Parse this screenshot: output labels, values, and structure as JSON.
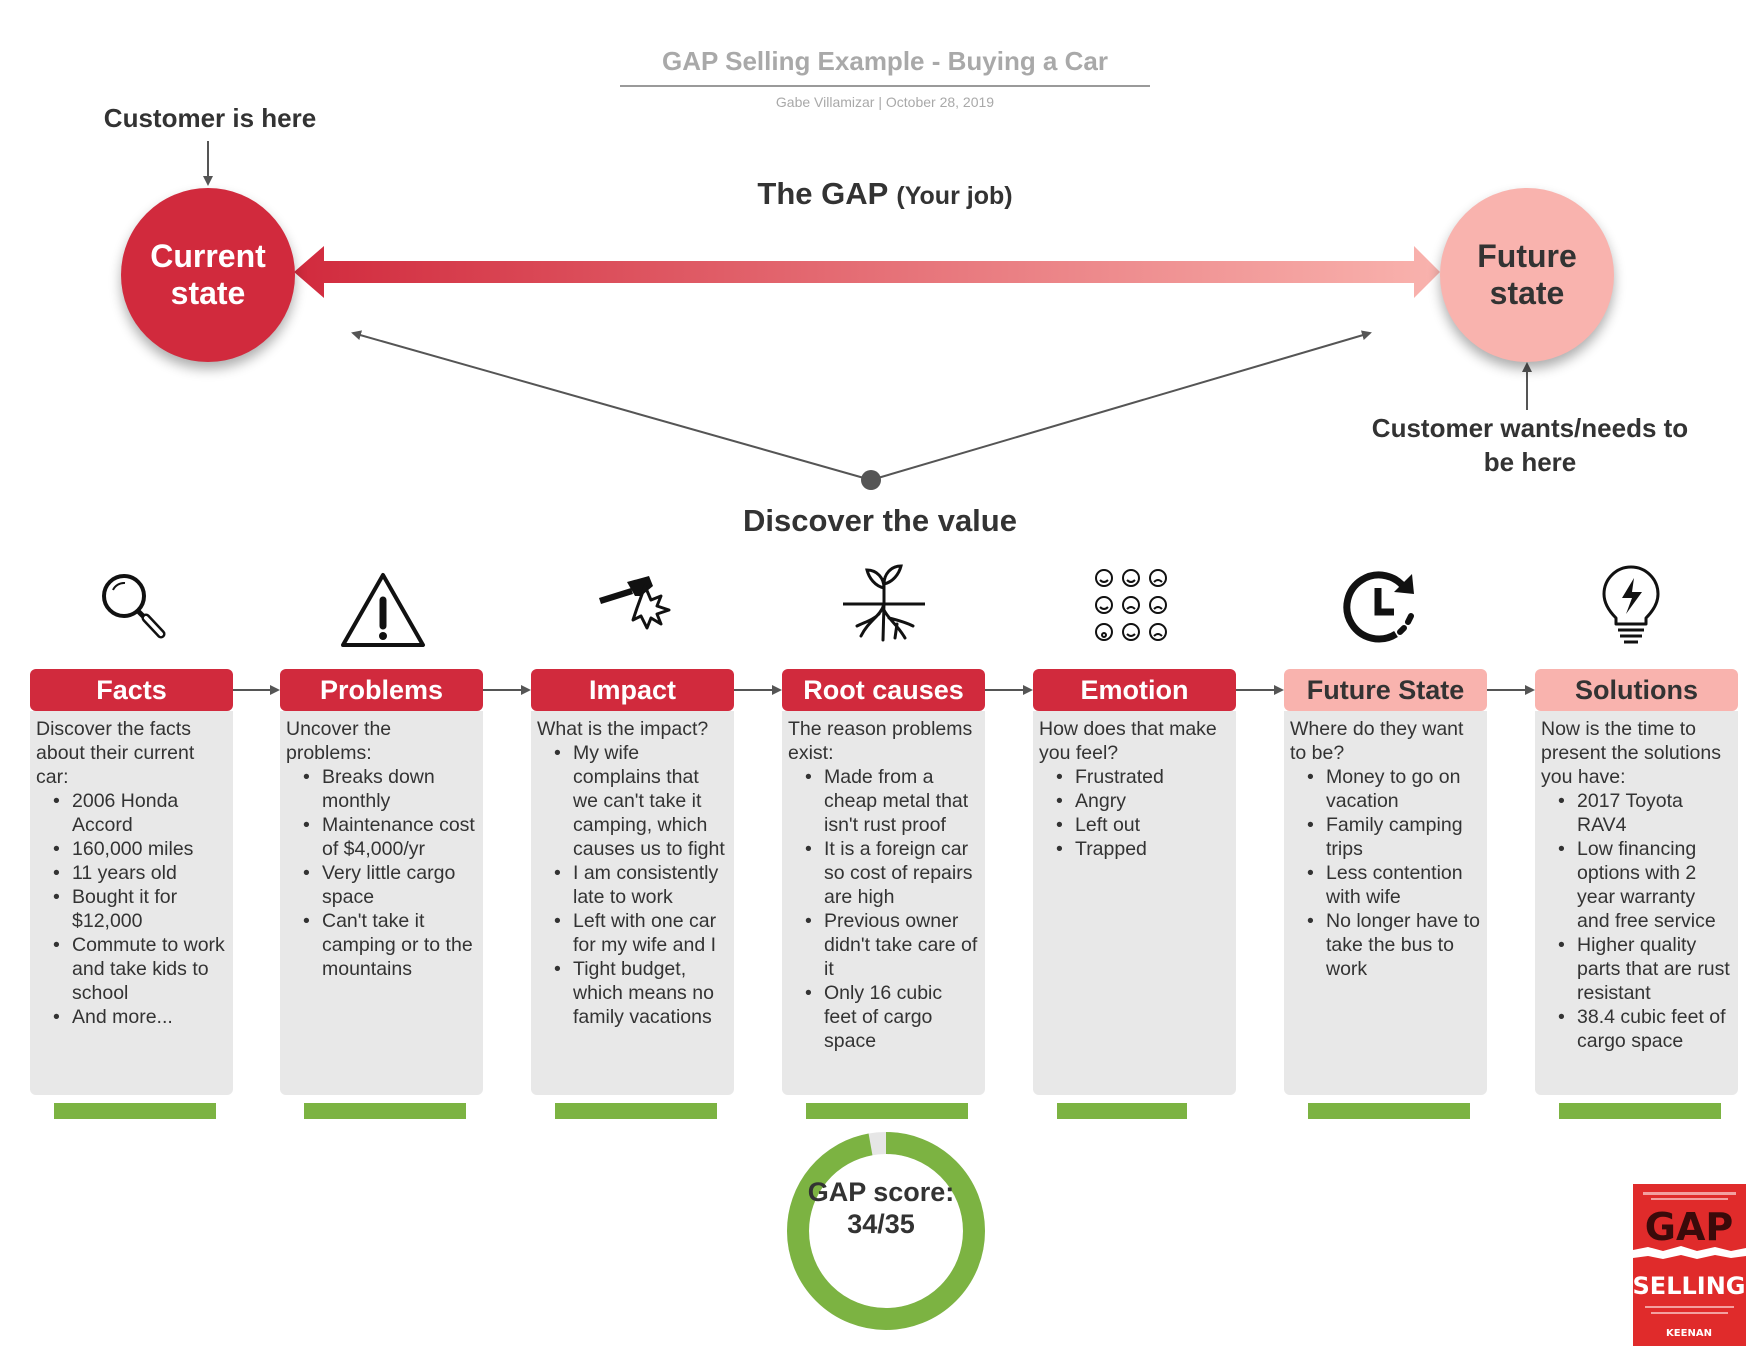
{
  "header": {
    "title": "GAP Selling Example - Buying a Car",
    "subtitle": "Gabe Villamizar  |  October 28, 2019"
  },
  "labels": {
    "customer_here": "Customer is here",
    "customer_wants": "Customer wants/needs to be here",
    "gap_title": "The GAP",
    "gap_subtitle": "(Your job)",
    "discover": "Discover the value"
  },
  "states": {
    "current": "Current state",
    "future": "Future state"
  },
  "colors": {
    "dark_red": "#d12a3d",
    "light_pink": "#f9b3ae",
    "card_bg": "#e8e8e8",
    "progress_green": "#7cb342",
    "connector_gray": "#555555"
  },
  "stages": [
    {
      "title": "Facts",
      "style": "dark",
      "icon": "magnifying-glass-icon",
      "intro": "Discover the facts about their current car:",
      "bullets": [
        "2006 Honda Accord",
        "160,000 miles",
        "11 years old",
        "Bought it for $12,000",
        "Commute to work and take kids to school",
        "And more..."
      ],
      "progress": 1.0
    },
    {
      "title": "Problems",
      "style": "dark",
      "icon": "warning-triangle-icon",
      "intro": "Uncover the problems:",
      "bullets": [
        "Breaks down monthly",
        "Maintenance cost of $4,000/yr",
        "Very little cargo space",
        "Can't take it camping or to the mountains"
      ],
      "progress": 1.0
    },
    {
      "title": "Impact",
      "style": "dark",
      "icon": "hammer-impact-icon",
      "intro": "What is the impact?",
      "bullets": [
        "My wife complains that we can't take it camping, which causes us to fight",
        "I am consistently late to work",
        "Left with one car for my wife and I",
        "Tight budget, which means no family vacations"
      ],
      "progress": 1.0
    },
    {
      "title": "Root causes",
      "style": "dark",
      "icon": "sprout-roots-icon",
      "intro": "The reason problems exist:",
      "bullets": [
        "Made from a cheap metal that isn't rust proof",
        "It is a foreign car so cost of repairs are high",
        "Previous owner didn't take care of it",
        "Only 16 cubic feet of cargo space"
      ],
      "progress": 1.0
    },
    {
      "title": "Emotion",
      "style": "dark",
      "icon": "emotion-faces-icon",
      "intro": "How does that make you feel?",
      "bullets": [
        "Frustrated",
        "Angry",
        "Left out",
        "Trapped"
      ],
      "progress": 0.8
    },
    {
      "title": "Future State",
      "style": "light",
      "icon": "clock-future-icon",
      "intro": "Where do they want to be?",
      "bullets": [
        "Money to go on vacation",
        "Family camping trips",
        "Less contention with wife",
        "No longer have to take the bus to work"
      ],
      "progress": 1.0
    },
    {
      "title": "Solutions",
      "style": "light",
      "icon": "lightbulb-icon",
      "intro": "Now is the time to present the solutions you have:",
      "bullets": [
        "2017 Toyota RAV4",
        "Low financing options with 2 year warranty and free service",
        "Higher quality parts that are rust resistant",
        "38.4 cubic feet of cargo space"
      ],
      "progress": 1.0
    }
  ],
  "score": {
    "label": "GAP score: 34/35",
    "value": 34,
    "max": 35
  },
  "book": {
    "title_top": "GAP",
    "title_bottom": "SELLING",
    "author": "KEENAN"
  }
}
